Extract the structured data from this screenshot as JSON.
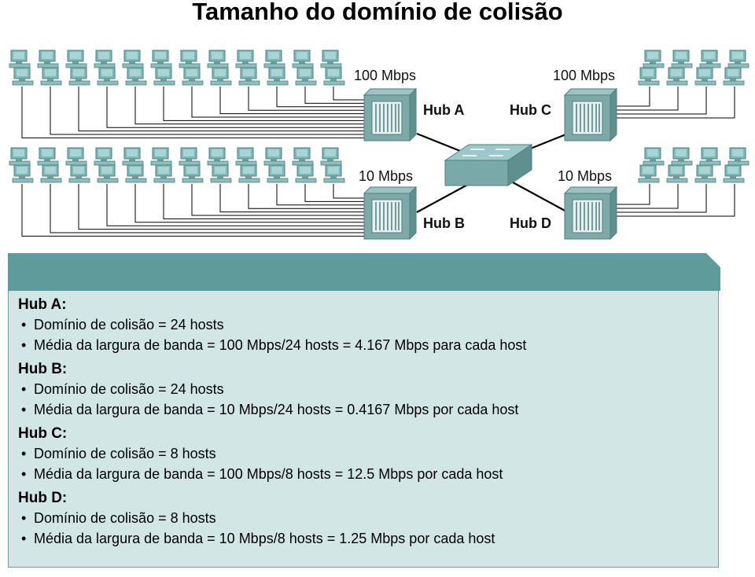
{
  "title": "Tamanho do domínio de colisão",
  "diagram": {
    "hub_a": {
      "name": "Hub A",
      "speed": "100 Mbps"
    },
    "hub_b": {
      "name": "Hub B",
      "speed": "10 Mbps"
    },
    "hub_c": {
      "name": "Hub C",
      "speed": "100 Mbps"
    },
    "hub_d": {
      "name": "Hub D",
      "speed": "10 Mbps"
    },
    "colors": {
      "screen": "#7fb8b8",
      "hub": "#7fa8a8",
      "switch": "#7aa9a9",
      "line": "#000000"
    }
  },
  "panel": {
    "header_color": "#5f9b9b",
    "body_color": "#d3e6e6",
    "hubs": [
      {
        "heading": "Hub A:",
        "items": [
          "Domínio de colisão = 24 hosts",
          "Média da largura de banda = 100 Mbps/24 hosts = 4.167 Mbps para cada host"
        ]
      },
      {
        "heading": "Hub B:",
        "items": [
          "Domínio de colisão = 24 hosts",
          "Média da largura de banda = 10 Mbps/24 hosts = 0.4167 Mbps por cada host"
        ]
      },
      {
        "heading": "Hub C:",
        "items": [
          "Domínio de colisão = 8 hosts",
          "Média da largura de banda = 100 Mbps/8 hosts = 12.5 Mbps por cada host"
        ]
      },
      {
        "heading": "Hub D:",
        "items": [
          "Domínio de colisão = 8 hosts",
          "Média da largura de banda = 10 Mbps/8 hosts = 1.25 Mbps por cada host"
        ]
      }
    ]
  }
}
